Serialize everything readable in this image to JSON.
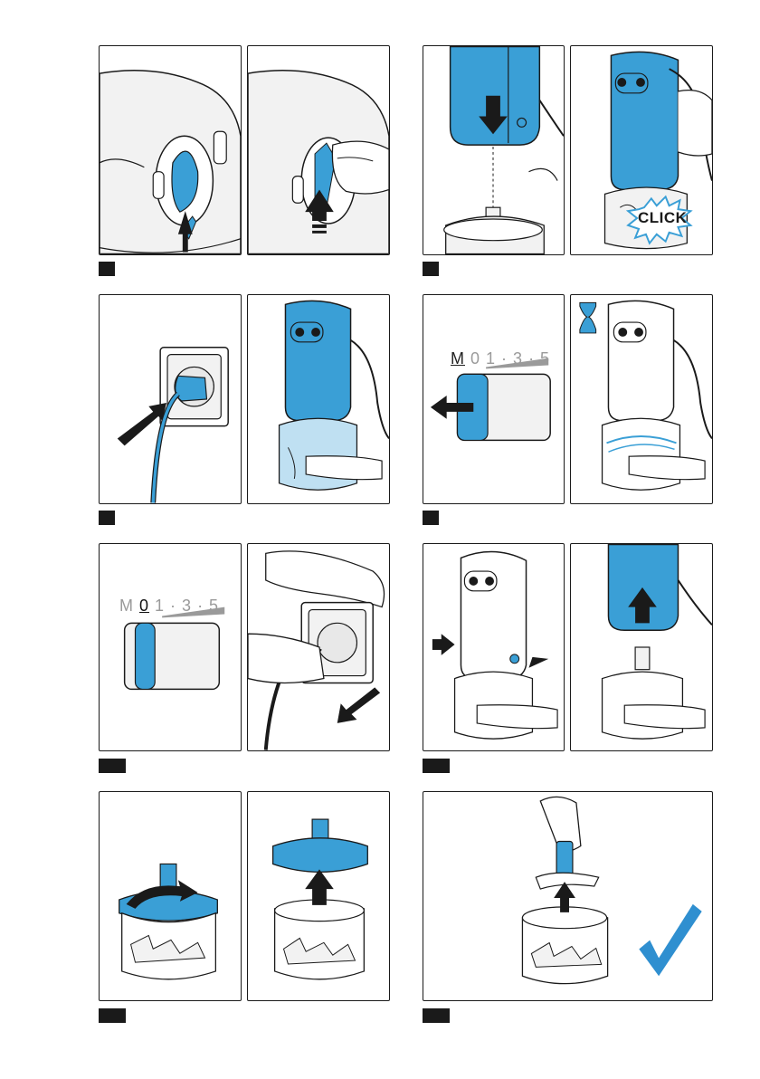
{
  "steps": [
    {
      "number": ""
    },
    {
      "number": ""
    },
    {
      "number": ""
    },
    {
      "number": ""
    },
    {
      "number": ""
    },
    {
      "number": ""
    },
    {
      "number": ""
    },
    {
      "number": ""
    }
  ],
  "click_label": "CLICK",
  "speed_scale": {
    "m": "M",
    "zero": "0",
    "speeds": "1 · 3 · 5"
  },
  "colors": {
    "accent": "#3a9fd6",
    "outline": "#1a1a1a",
    "check": "#2f8fd0"
  }
}
